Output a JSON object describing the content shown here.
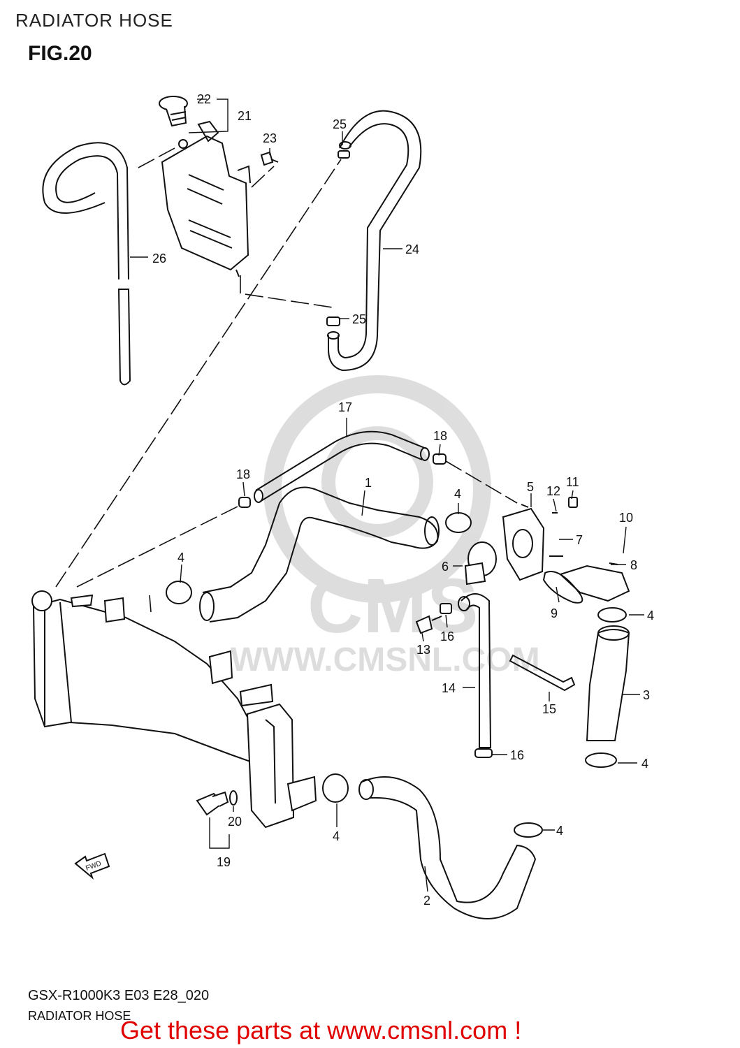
{
  "header": {
    "section_title": "RADIATOR HOSE",
    "figure_label": "FIG.20"
  },
  "watermark": {
    "brand": "CMS",
    "url": "WWW.CMSNL.COM"
  },
  "footer": {
    "model_code": "GSX-R1000K3 E03 E28_020",
    "diagram_name": "RADIATOR HOSE",
    "call_to_action": "Get these parts at www.cmsnl.com !",
    "cta_color": "#e00000"
  },
  "fwd_label": "FWD",
  "callouts": {
    "c1": "1",
    "c2": "2",
    "c3": "3",
    "c4a": "4",
    "c4b": "4",
    "c4c": "4",
    "c4d": "4",
    "c4e": "4",
    "c4f": "4",
    "c5": "5",
    "c6": "6",
    "c7": "7",
    "c8": "8",
    "c9": "9",
    "c10": "10",
    "c11": "11",
    "c12": "12",
    "c13": "13",
    "c14": "14",
    "c15": "15",
    "c16a": "16",
    "c16b": "16",
    "c17": "17",
    "c18a": "18",
    "c18b": "18",
    "c19": "19",
    "c20": "20",
    "c21": "21",
    "c22": "22",
    "c23": "23",
    "c24": "24",
    "c25a": "25",
    "c25b": "25",
    "c26": "26"
  }
}
